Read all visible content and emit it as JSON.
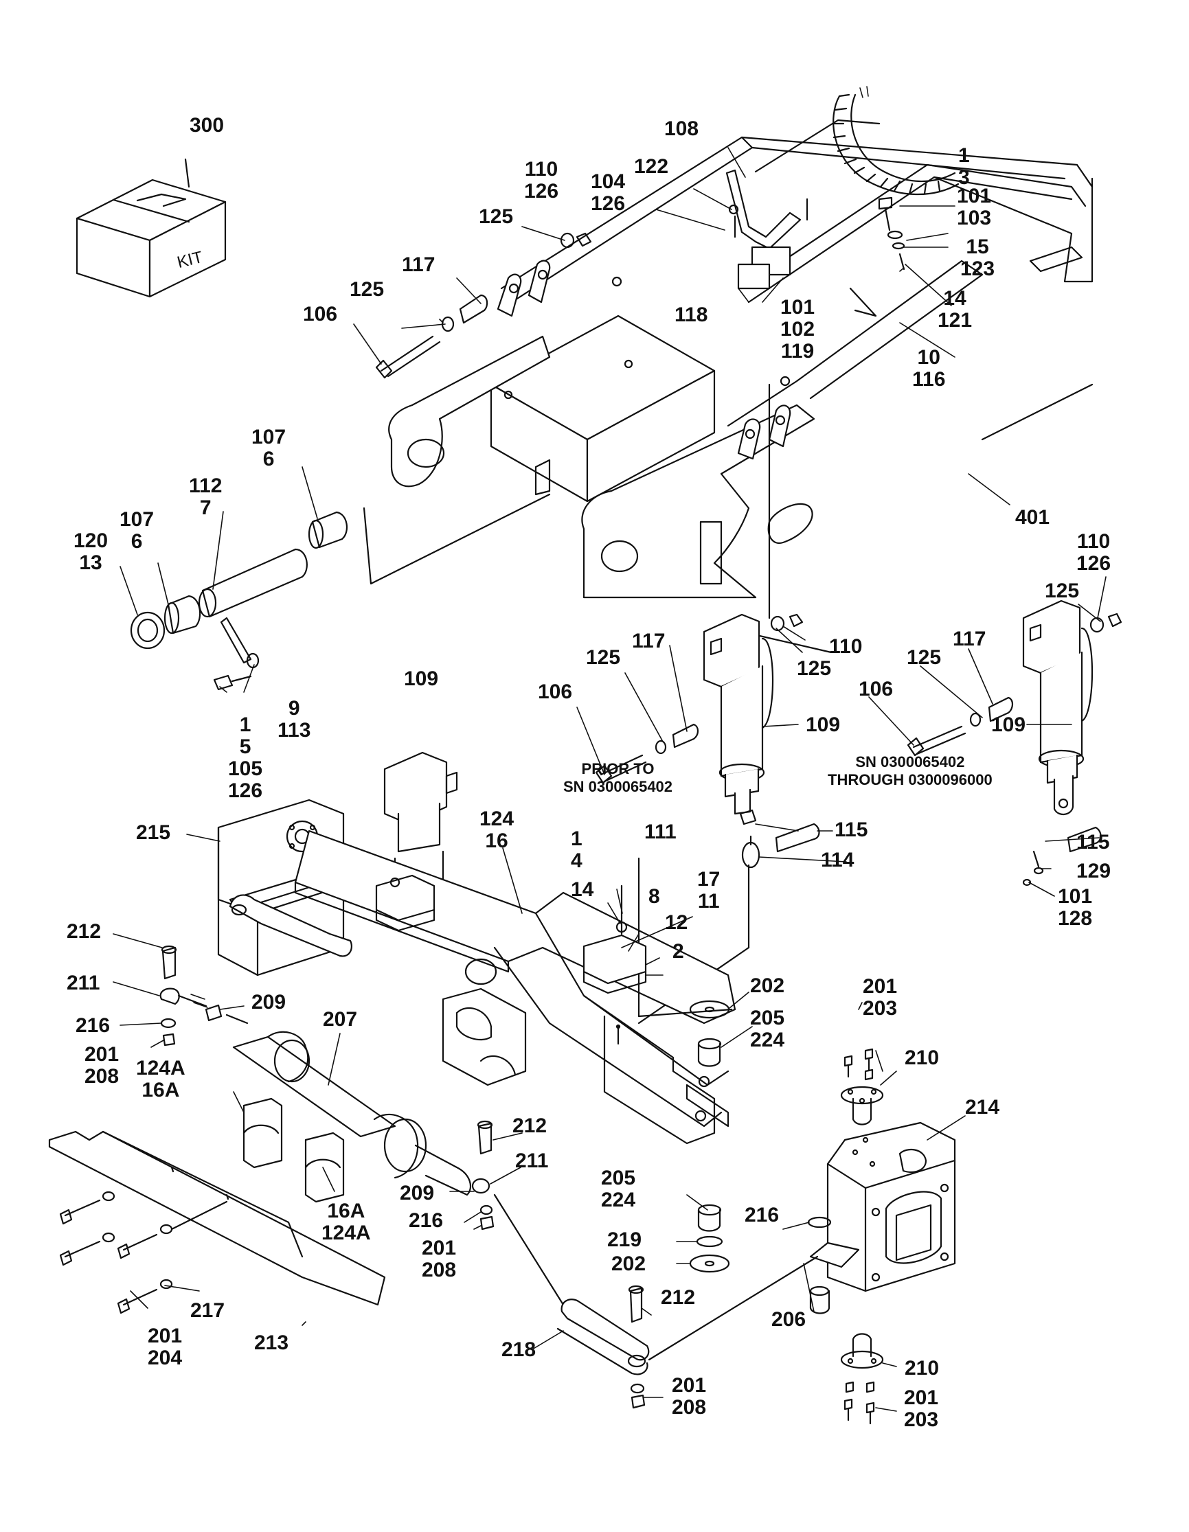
{
  "labels": {
    "l300": "300",
    "l108": "108",
    "l110_126_top": "110\n126",
    "l104_126": "104\n126",
    "l122": "122",
    "l1_3": "1\n3",
    "l101_103": "101\n103",
    "l15_123": "15\n123",
    "l14_121": "14\n121",
    "l125_top": "125",
    "l117_top": "117",
    "l125_mid_top": "125",
    "l106_top": "106",
    "l118": "118",
    "l101_102_119": "101\n102\n119",
    "l10_116": "10\n116",
    "l107_6_a": "107\n6",
    "l112_7": "112\n7",
    "l120_13": "120\n13",
    "l107_6_b": "107\n6",
    "l9_113": "9\n113",
    "l1_5_105_126": "1\n5\n105\n126",
    "l401": "401",
    "l110_126_right": "110\n126",
    "l125_right": "125",
    "l117_mid": "117",
    "l125_mid": "125",
    "l106_mid": "106",
    "l110_mid": "110",
    "l125_mid2": "125",
    "l109_mid": "109",
    "l117_right": "117",
    "l125_right2": "125",
    "l106_right": "106",
    "l109_right": "109",
    "l109_left": "109",
    "l111": "111",
    "l115_mid": "115",
    "l114": "114",
    "l115_right": "115",
    "l129": "129",
    "l101_128": "101\n128",
    "l215": "215",
    "l124_16": "124\n16",
    "l1_4": "1\n4",
    "l14": "14",
    "l8": "8",
    "l17_11": "17\n11",
    "l12": "12",
    "l2": "2",
    "l212_left": "212",
    "l211_left": "211",
    "l209_left": "209",
    "l216_left": "216",
    "l201_208_left": "201\n208",
    "l207": "207",
    "l124A_16A_top": "124A\n16A",
    "l202_top": "202",
    "l205_224_top": "205\n224",
    "l201_203_top": "201\n203",
    "l210_top": "210",
    "l214": "214",
    "l212_mid": "212",
    "l211_mid": "211",
    "l209_mid": "209",
    "l216_mid": "216",
    "l201_208_mid": "201\n208",
    "l16A_124A_bottom": "16A\n124A",
    "l205_224_bottom": "205\n224",
    "l219": "219",
    "l202_bottom": "202",
    "l216_right": "216",
    "l206": "206",
    "l217": "217",
    "l213": "213",
    "l201_204": "201\n204",
    "l218": "218",
    "l212_bottom": "212",
    "l201_208_bottom": "201\n208",
    "l210_bottom": "210",
    "l201_203_bottom": "201\n203"
  },
  "notes": {
    "prior_to": "PRIOR TO\nSN 0300065402",
    "sn_through": "SN 0300065402\nTHROUGH 0300096000"
  },
  "kit_box_text": "KIT",
  "line_color": "#111111"
}
